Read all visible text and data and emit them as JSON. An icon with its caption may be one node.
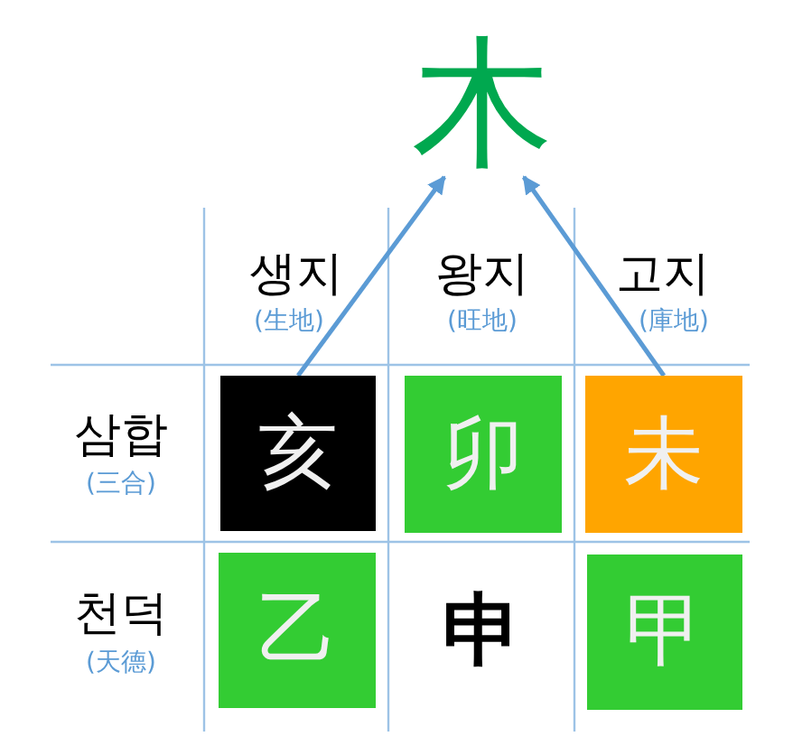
{
  "diagram": {
    "nodes": [
      {
        "text": [
          "木"
        ]
      },
      {
        "text": [
          "亥"
        ]
      },
      {
        "text": [
          "卯"
        ]
      },
      {
        "text": [
          "未"
        ]
      },
      {
        "text": [
          "乙"
        ]
      },
      {
        "text": [
          "申"
        ]
      },
      {
        "text": [
          "甲"
        ]
      }
    ],
    "edges": [
      {
        "from": 1,
        "to": 0,
        "arrow": "to"
      },
      {
        "from": 3,
        "to": 0,
        "arrow": "to"
      }
    ],
    "labels": [
      "생지",
      "(生地)",
      "왕지",
      "(旺地)",
      "고지",
      "(庫地)",
      "삼합",
      "(三合)",
      "천덕",
      "(天德)"
    ]
  }
}
